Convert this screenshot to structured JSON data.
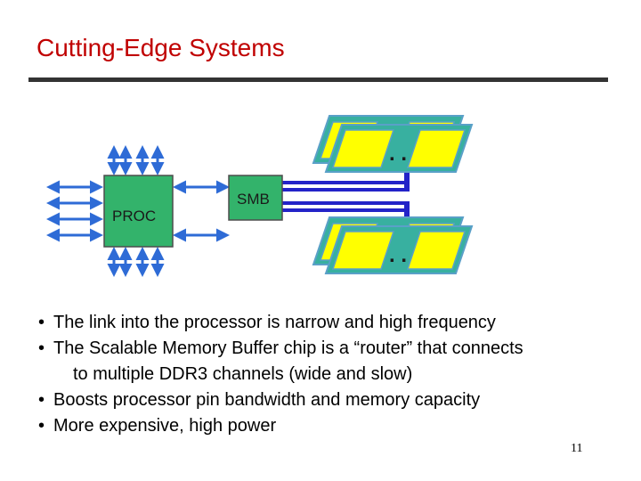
{
  "slide": {
    "title": "Cutting-Edge Systems",
    "page_number": "11"
  },
  "diagram": {
    "proc_label": "PROC",
    "smb_label": "SMB",
    "ellipsis": ". .",
    "colors": {
      "chip_fill": "#33b36b",
      "chip_stroke": "#4d4d4d",
      "arrow": "#2e6bd6",
      "channel": "#2323c8",
      "dimm_board": "#38b0a0",
      "dimm_chip": "#ffff00",
      "dimm_stroke": "#5aa0c8"
    }
  },
  "bullets": [
    {
      "lines": [
        "The link into the processor is narrow and high frequency"
      ]
    },
    {
      "lines": [
        "The Scalable Memory Buffer chip is a “router” that connects",
        "to multiple DDR3 channels (wide and slow)"
      ]
    },
    {
      "lines": [
        "Boosts processor pin bandwidth and memory capacity"
      ]
    },
    {
      "lines": [
        "More expensive, high power"
      ]
    }
  ],
  "bullet_symbol": "•"
}
